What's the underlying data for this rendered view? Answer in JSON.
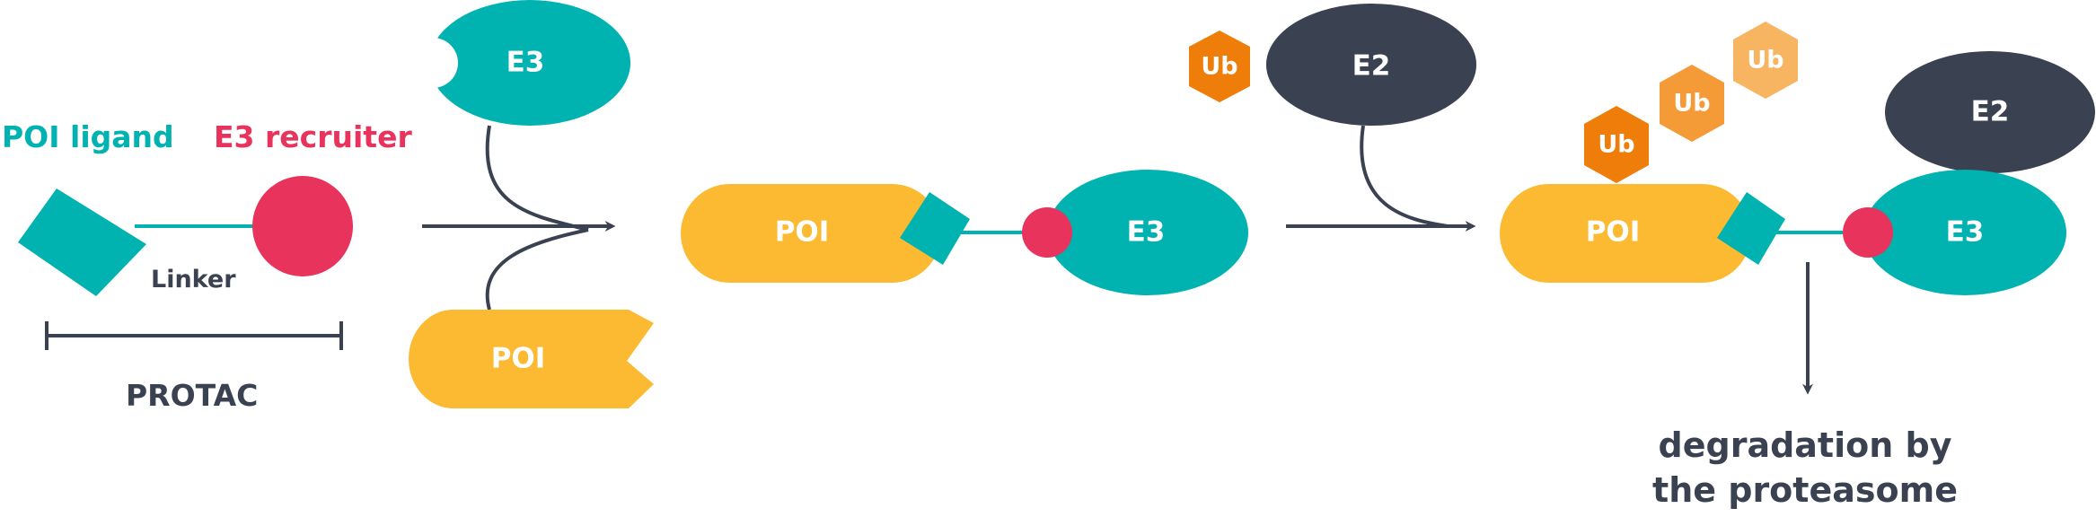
{
  "legend": {
    "poi_ligand": "POI ligand",
    "e3_recruiter": "E3 recruiter",
    "linker": "Linker",
    "protac": "PROTAC"
  },
  "step1": {
    "e3": "E3",
    "poi": "POI"
  },
  "step2": {
    "poi": "POI",
    "e3": "E3"
  },
  "step3": {
    "ub_left": "Ub",
    "e2_top": "E2",
    "ub_1": "Ub",
    "ub_2": "Ub",
    "ub_3": "Ub",
    "e2_right": "E2",
    "poi": "POI",
    "e3": "E3"
  },
  "outcome": {
    "line1": "degradation by",
    "line2": "the proteasome"
  },
  "colors": {
    "teal": "#00b2b0",
    "pink": "#e8335c",
    "yellow": "#fbba31",
    "dark": "#3a4150",
    "ub_dark": "#ef7d0a",
    "ub_mid": "#f49b38",
    "ub_light": "#f7b561"
  }
}
